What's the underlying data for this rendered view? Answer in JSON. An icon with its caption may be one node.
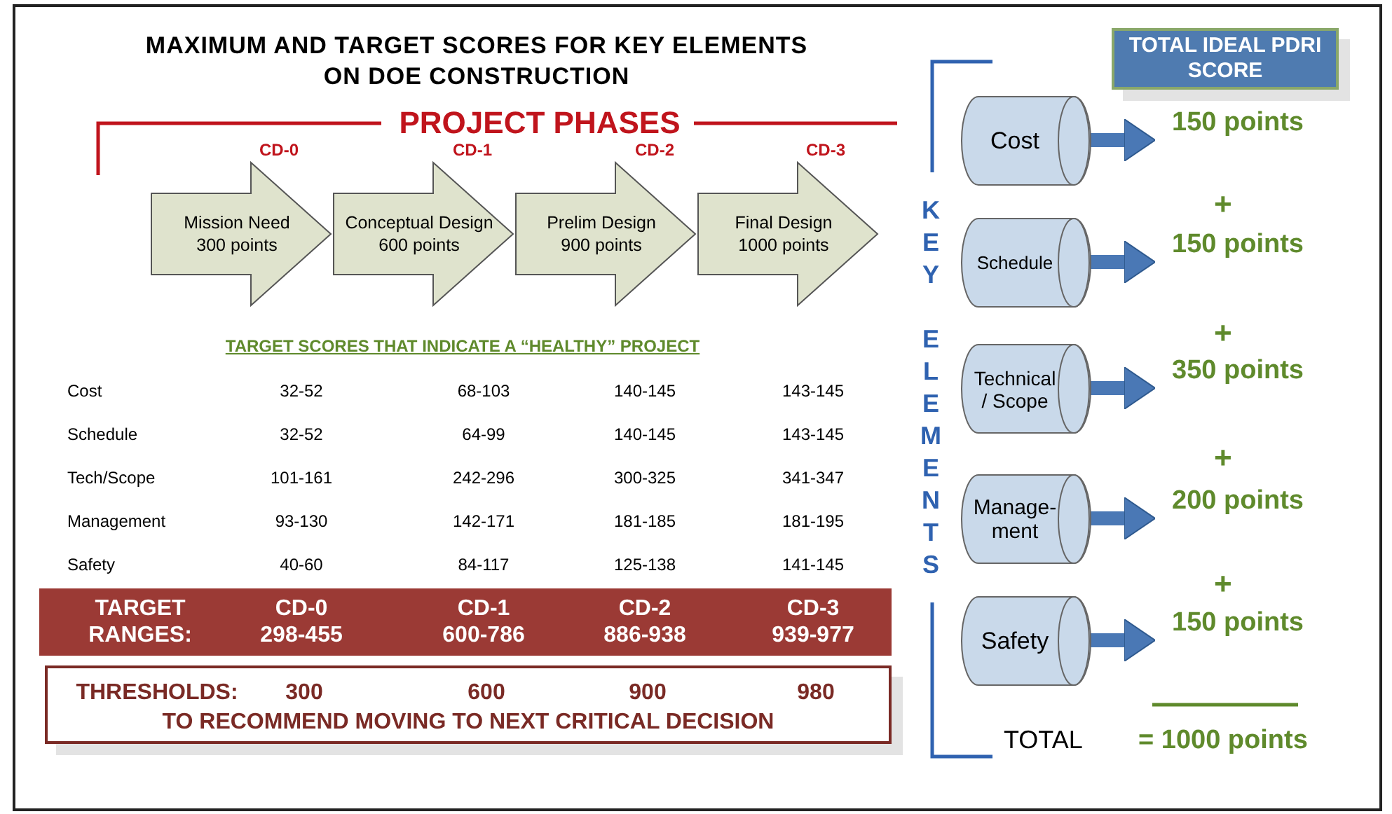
{
  "diagram": {
    "title": "MAXIMUM AND TARGET SCORES FOR KEY ELEMENTS ON DOE CONSTRUCTION",
    "nodes": [
      {
        "text": [
          "Mission Need 300 points"
        ],
        "beside": [
          "CD-0"
        ]
      },
      {
        "text": [
          "Conceptual Design 600 points"
        ],
        "beside": [
          "CD-1"
        ]
      },
      {
        "text": [
          "Prelim Design 900 points"
        ],
        "beside": [
          "CD-2"
        ]
      },
      {
        "text": [
          "Final Design 1000 points"
        ],
        "beside": [
          "CD-3"
        ]
      },
      {
        "text": [
          "Cost"
        ]
      },
      {
        "text": [
          "Schedule"
        ]
      },
      {
        "text": [
          "Technical / Scope"
        ]
      },
      {
        "text": [
          "Manage- ment"
        ]
      },
      {
        "text": [
          "Safety"
        ]
      },
      {
        "text": [
          "150 points"
        ]
      },
      {
        "text": [
          "150 points"
        ]
      },
      {
        "text": [
          "350 points"
        ]
      },
      {
        "text": [
          "200 points"
        ]
      },
      {
        "text": [
          "150 points"
        ]
      },
      {
        "text": [
          "TARGET RANGES:",
          "CD-0 298-455",
          "CD-1 600-786",
          "CD-2 886-938",
          "CD-3 939-977"
        ]
      },
      {
        "text": [
          "THRESHOLDS:",
          "300",
          "600",
          "900",
          "980",
          "TO RECOMMEND MOVING TO NEXT CRITICAL DECISION"
        ]
      },
      {
        "text": [
          "TOTAL IDEAL PDRI SCORE"
        ]
      }
    ],
    "edges": [
      {
        "from": 4,
        "to": 9,
        "arrow": "to"
      },
      {
        "from": 5,
        "to": 10,
        "arrow": "to"
      },
      {
        "from": 6,
        "to": 11,
        "arrow": "to"
      },
      {
        "from": 7,
        "to": 12,
        "arrow": "to"
      },
      {
        "from": 8,
        "to": 13,
        "arrow": "to"
      }
    ],
    "labels": [
      "PROJECT PHASES",
      "TARGET SCORES THAT INDICATE A “HEALTHY” PROJECT",
      "Cost",
      "32-52",
      "68-103",
      "140-145",
      "143-145",
      "Schedule",
      "32-52",
      "64-99",
      "140-145",
      "143-145",
      "Tech/Scope",
      "101-161",
      "242-296",
      "300-325",
      "341-347",
      "Management",
      "93-130",
      "142-171",
      "181-185",
      "181-195",
      "Safety",
      "40-60",
      "84-117",
      "125-138",
      "141-145",
      "KEY ELEMENTS",
      "+",
      "+",
      "+",
      "+",
      "TOTAL",
      "= 1000 points"
    ]
  }
}
